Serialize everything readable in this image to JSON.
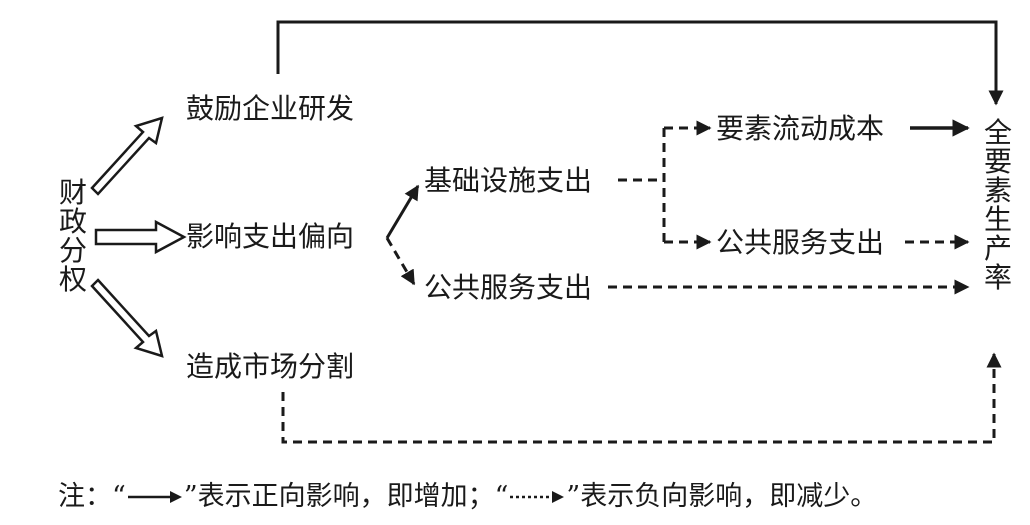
{
  "source": {
    "label": "财政分权"
  },
  "mechanisms": {
    "rd": "鼓励企业研发",
    "bias": "影响支出偏向",
    "segmentation": "造成市场分割"
  },
  "expenditures": {
    "infrastructure": "基础设施支出",
    "public_service": "公共服务支出"
  },
  "intermediates": {
    "factor_flow_cost": "要素流动成本",
    "public_service": "公共服务支出"
  },
  "target": {
    "label": "全要素生产率"
  },
  "note": {
    "prefix": "注：“",
    "positive_text": "”表示正向影响，即增加；“",
    "negative_text": "”表示负向影响，即减少。"
  },
  "colors": {
    "ink": "#1a1a1a",
    "background": "#ffffff"
  }
}
